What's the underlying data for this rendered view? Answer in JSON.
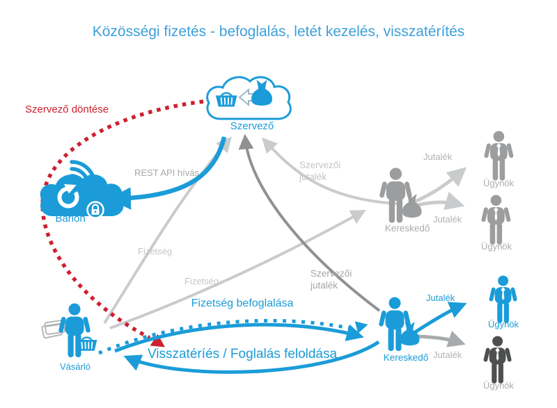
{
  "title": "Közösségi fizetés - befoglalás, letét kezelés, visszatérítés",
  "colors": {
    "blue": "#1b9cd8",
    "title_blue": "#3da0d9",
    "red": "#cd2030",
    "light_gray": "#c9cbcc",
    "mid_gray": "#a8abac",
    "dark_gray": "#8f9192",
    "figure_gray": "#9b9d9e",
    "dark_figure": "#4d4f50"
  },
  "nodes": {
    "szervezo": "Szervező",
    "barion": "Barion",
    "vasarlo": "Vásárló",
    "kereskedo_gray": "Kereskedő",
    "kereskedo_blue": "Kereskedő",
    "ugynok_gray_1": "Ügynök",
    "ugynok_gray_2": "Ügynök",
    "ugynok_blue": "Ügynök",
    "ugynok_dark": "Ügynök"
  },
  "labels": {
    "szervezo_dontese": "Szervező döntése",
    "rest_api": "REST API hívás",
    "fizetseg_a": "Fizetség",
    "fizetseg_b": "Fizetség",
    "szervezoi_jutalek_top": {
      "line1": "Szervezői",
      "line2": "jutalék"
    },
    "szervezoi_jutalek_mid": {
      "line1": "Szervezői",
      "line2": "jutalék"
    },
    "jutalek_gray_1": "Jutalék",
    "jutalek_gray_2": "Jutalék",
    "jutalek_blue": "Jutalék",
    "jutalek_gray_3": "Jutalék",
    "fizetseg_befoglalasa": "Fizetség befoglalása",
    "visszaterites": "Visszatéríés / Foglalás feloldása"
  }
}
